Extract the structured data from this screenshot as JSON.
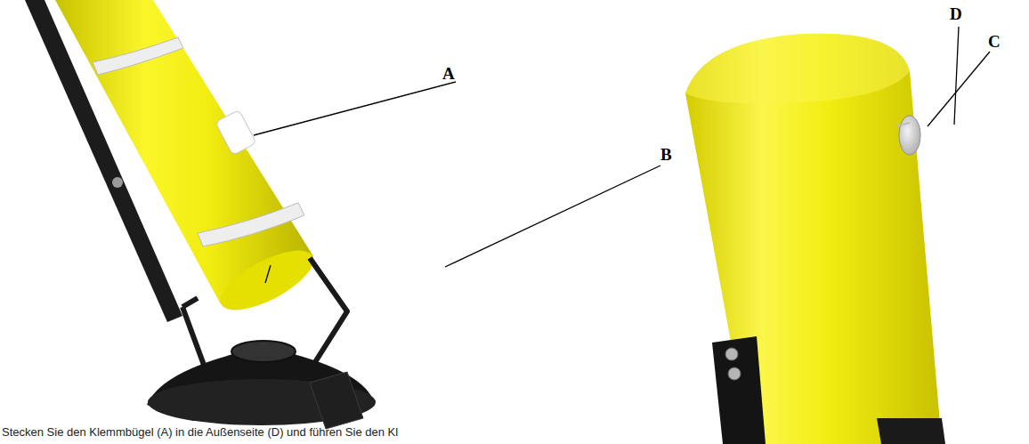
{
  "diagram": {
    "labels": [
      "A",
      "B",
      "D",
      "C",
      "Stecken Sie den Klemmbügel (A) in die Außenseite (D) und führen Sie den Kl"
    ]
  }
}
